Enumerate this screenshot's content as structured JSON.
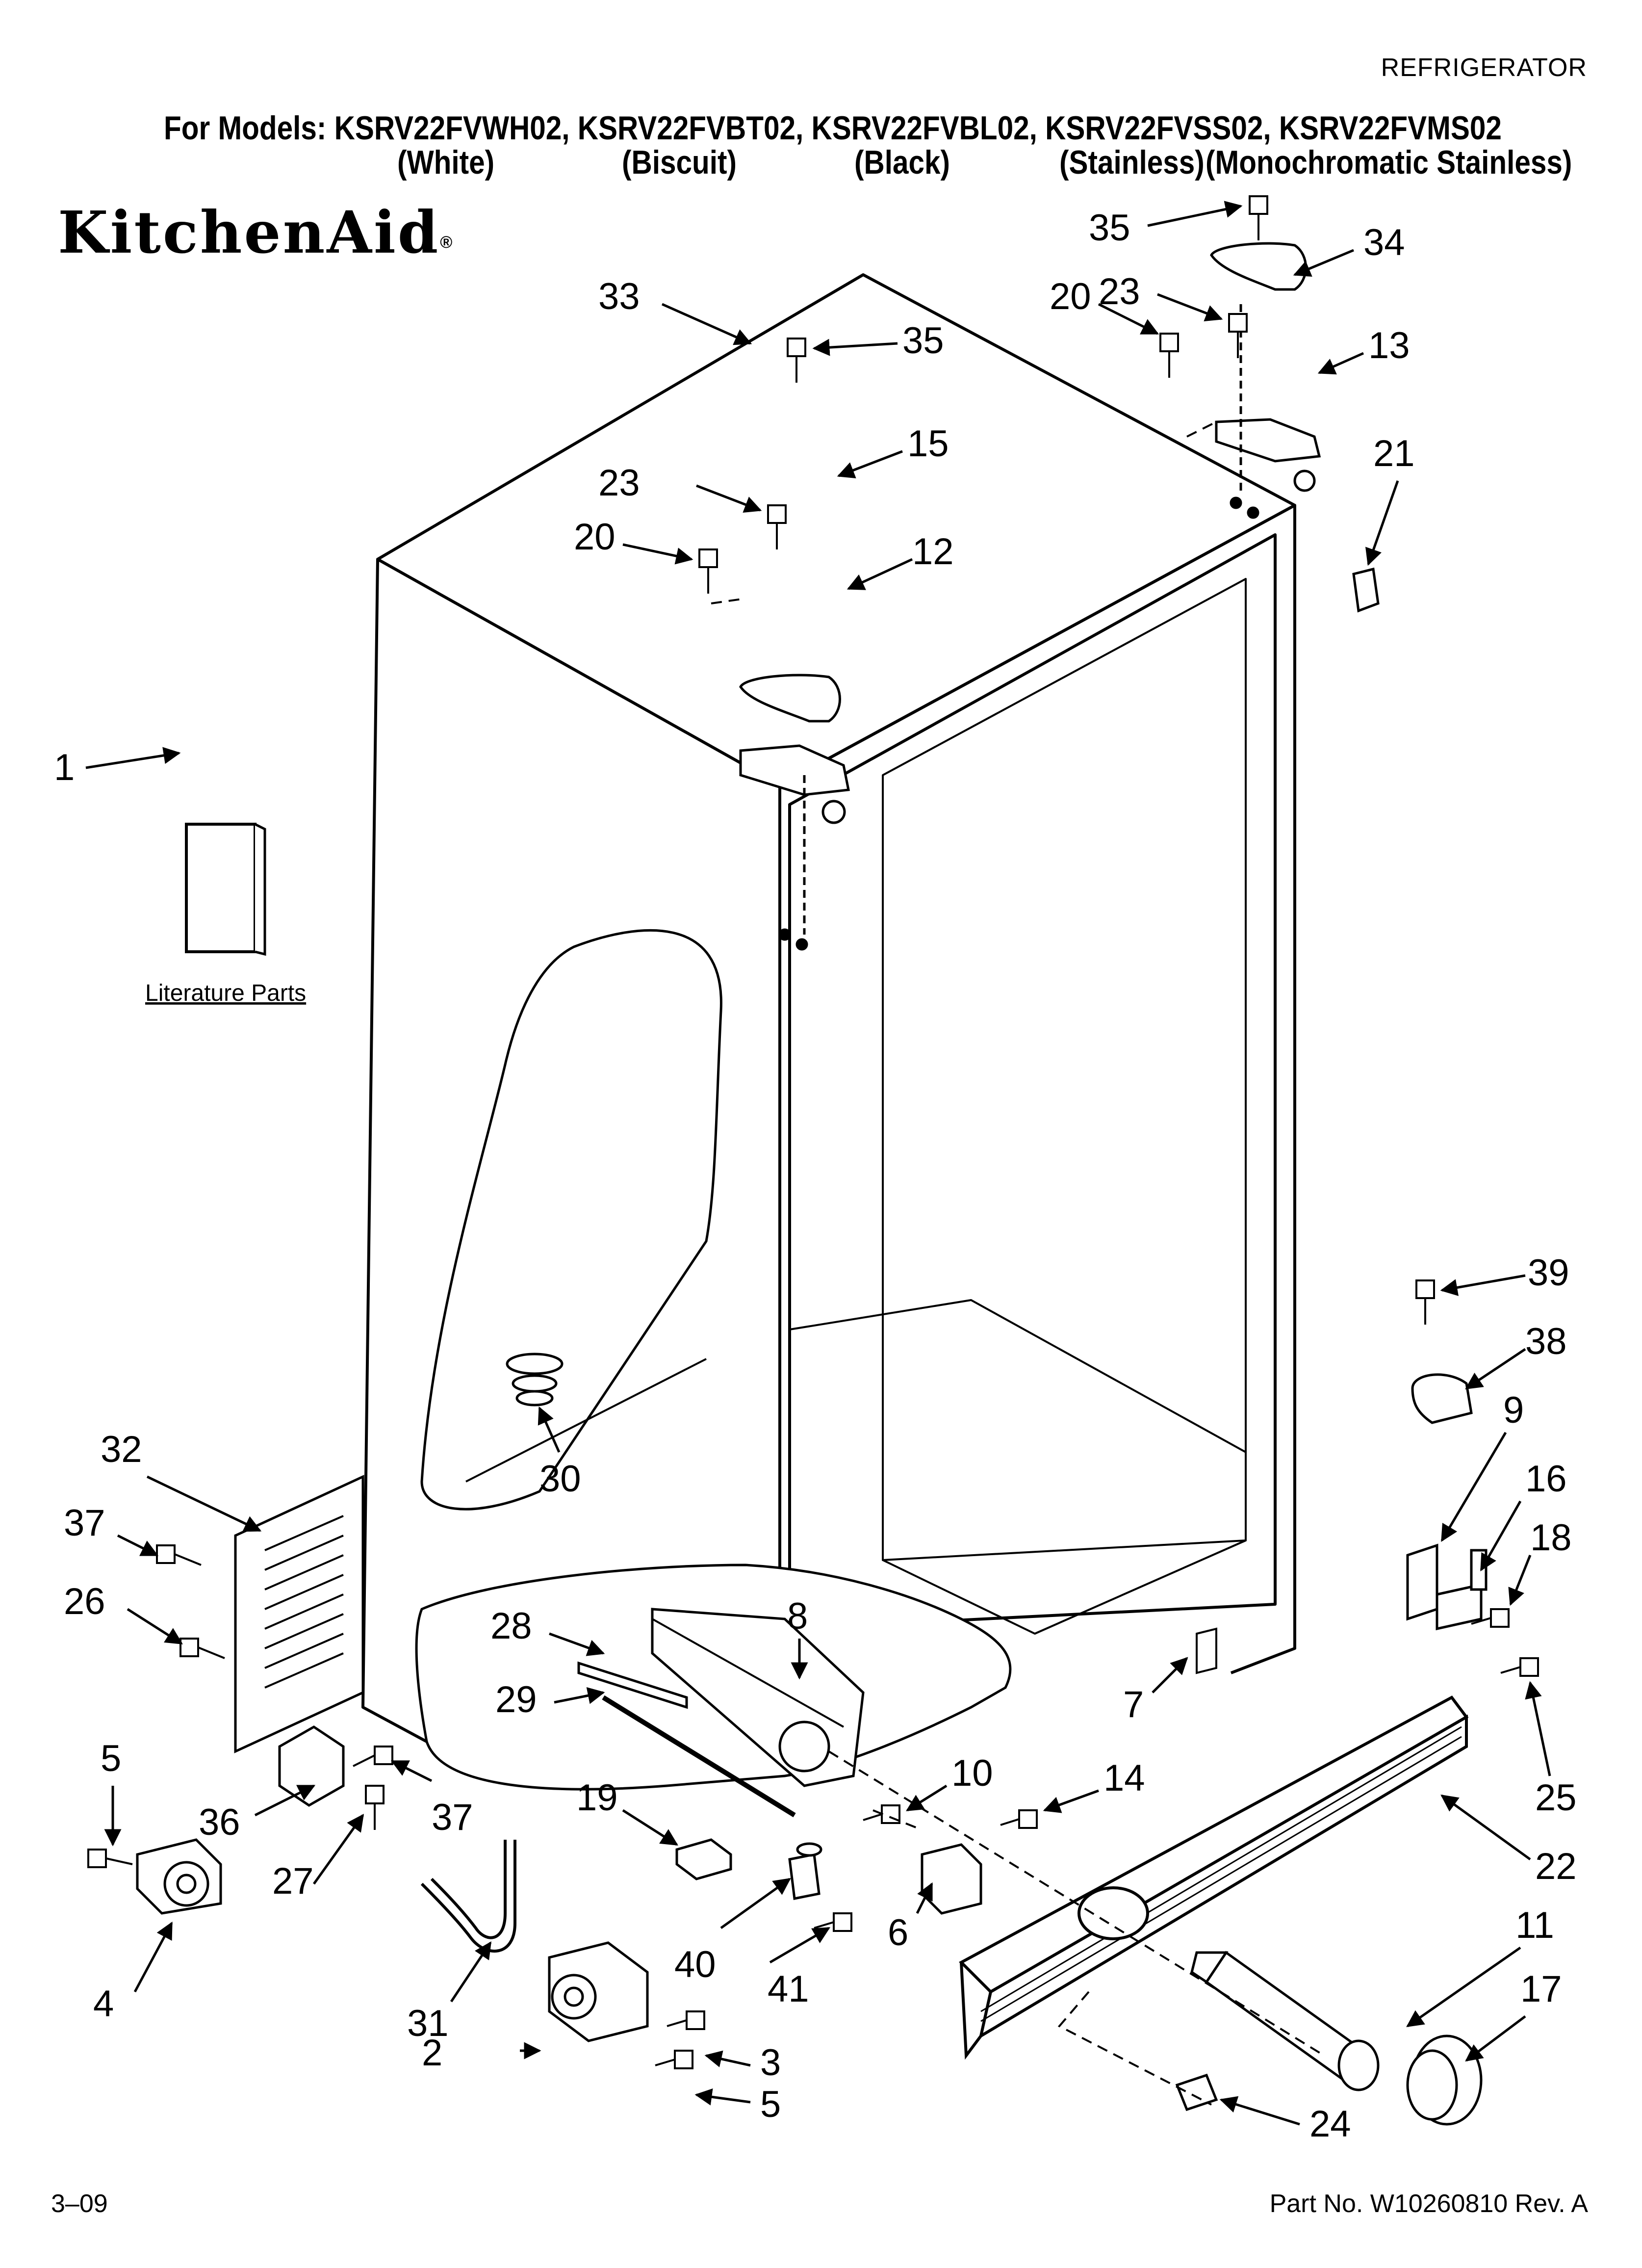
{
  "header": {
    "category": "REFRIGERATOR",
    "models_line": "For Models: KSRV22FVWH02, KSRV22FVBT02, KSRV22FVBL02, KSRV22FVSS02, KSRV22FVMS02",
    "colors": [
      "(White)",
      "(Biscuit)",
      "(Black)",
      "(Stainless)",
      "(Monochromatic Stainless)"
    ]
  },
  "brand": {
    "name": "KitchenAid",
    "registered_mark": "®"
  },
  "diagram": {
    "literature_label": "Literature Parts",
    "callouts": {
      "c1": "1",
      "c2": "2",
      "c3": "3",
      "c4": "4",
      "c5a": "5",
      "c5b": "5",
      "c6": "6",
      "c7": "7",
      "c8": "8",
      "c9": "9",
      "c10": "10",
      "c11": "11",
      "c12": "12",
      "c13": "13",
      "c14": "14",
      "c15": "15",
      "c16": "16",
      "c17": "17",
      "c18": "18",
      "c19": "19",
      "c20a": "20",
      "c20b": "20",
      "c21": "21",
      "c22": "22",
      "c23a": "23",
      "c23b": "23",
      "c24": "24",
      "c25": "25",
      "c26": "26",
      "c27": "27",
      "c28": "28",
      "c29": "29",
      "c30": "30",
      "c31": "31",
      "c32": "32",
      "c33": "33",
      "c34": "34",
      "c35a": "35",
      "c35b": "35",
      "c36": "36",
      "c37a": "37",
      "c37b": "37",
      "c38": "38",
      "c39": "39",
      "c40": "40",
      "c41": "41"
    }
  },
  "footer": {
    "date": "3–09",
    "part_number": "Part No. W10260810 Rev. A"
  }
}
